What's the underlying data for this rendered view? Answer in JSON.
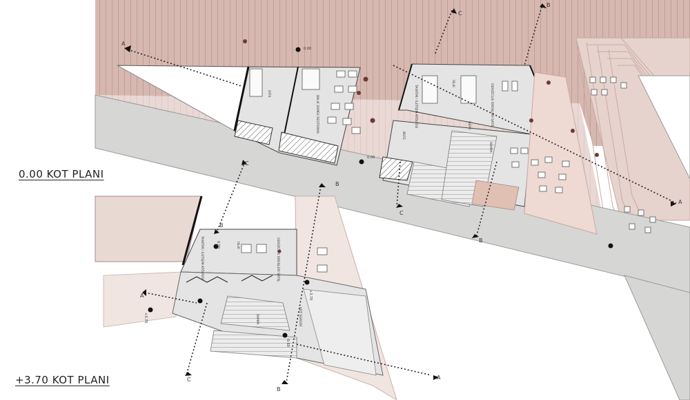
{
  "titles": {
    "ground": "0.00 KOT PLANI",
    "upper": "+3.70 KOT PLANI"
  },
  "sections": {
    "a": "A",
    "b": "B",
    "c": "C"
  },
  "levels": {
    "ground": "0.00",
    "upper": "+3.70",
    "neg": "-0.60"
  },
  "rooms": {
    "ofis": "OFİS",
    "restoran": "BALIK EKMEK RESTORAN",
    "tanitim": "TANITIM / İLETİŞİM ATÖLYESİ",
    "isilik": "ISLIK",
    "deniz": "DENİZCİLİK ÜRÜNLERİ SATIŞ",
    "bufe": "BÜFE",
    "rampe": "RAMPA",
    "kot": "KOT SERGİSİ",
    "depo": "DEPO"
  },
  "colors": {
    "deck": "#d7b8b1",
    "deck_light": "#e9d9d3",
    "road": "#d6d6d4",
    "interior": "#e4e4e4",
    "wall": "#111111"
  }
}
